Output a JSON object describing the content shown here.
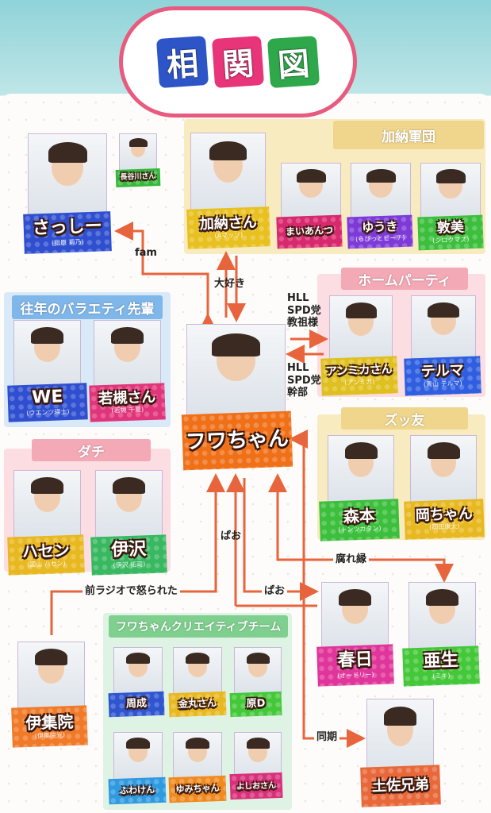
{
  "title": {
    "chars": [
      "相",
      "関",
      "図"
    ],
    "colors": [
      "#2e55c8",
      "#e8357a",
      "#2ea84a"
    ]
  },
  "colors": {
    "line": "#e8643c"
  },
  "groups": [
    {
      "title": "加納軍団",
      "bg": "#f8ebbf",
      "title_bg": "#f0d58c"
    },
    {
      "title": "往年のバラエティ先輩",
      "bg": "#d9e9f8",
      "title_bg": "#7fb7ea"
    },
    {
      "title": "ホームパーティ",
      "bg": "#fbdde2",
      "title_bg": "#f4a9b6"
    },
    {
      "title": "ズッ友",
      "bg": "#f8ebbf",
      "title_bg": "#f0d58c"
    },
    {
      "title": "ダチ",
      "bg": "#fbdde2",
      "title_bg": "#f4a9b6"
    },
    {
      "title": "フワちゃんクリエイティブチーム",
      "bg": "#dff3e4",
      "title_bg": "#7fcf8e"
    }
  ],
  "people": [
    {
      "name": "さっしー",
      "sub": "(指原 莉乃)",
      "color": "#2f4fd0"
    },
    {
      "name": "長谷川さん",
      "sub": "",
      "color": "#35b83a"
    },
    {
      "name": "加納さん",
      "sub": "(Aマッソ)",
      "color": "#e8c020"
    },
    {
      "name": "まいあんつ",
      "sub": "",
      "color": "#d8286e"
    },
    {
      "name": "ゆうき",
      "sub": "(らびっとビーチ)",
      "color": "#7d3ad8"
    },
    {
      "name": "敦美",
      "sub": "(シロクマズ)",
      "color": "#3cbf3c"
    },
    {
      "name": "WE",
      "sub": "(ウエンツ瑛士)",
      "color": "#2f4fd0"
    },
    {
      "name": "若槻さん",
      "sub": "(若槻 千夏)",
      "color": "#e0357a"
    },
    {
      "name": "アンミカさん",
      "sub": "(アンミカ)",
      "color": "#e0c020"
    },
    {
      "name": "テルマ",
      "sub": "(青山 テルマ)",
      "color": "#2f5fe0"
    },
    {
      "name": "フワちゃん",
      "sub": "",
      "color": "#f07018"
    },
    {
      "name": "森本",
      "sub": "(トンツカタン)",
      "color": "#3cbf3c"
    },
    {
      "name": "岡ちゃん",
      "sub": "(岡田康太)",
      "color": "#e8b820"
    },
    {
      "name": "ハセン",
      "sub": "(国山 ハセン)",
      "color": "#e8b820"
    },
    {
      "name": "伊沢",
      "sub": "(伊沢 拓司)",
      "color": "#38b860"
    },
    {
      "name": "春日",
      "sub": "(オードリー)",
      "color": "#e0359a"
    },
    {
      "name": "亜生",
      "sub": "(ミキ)",
      "color": "#44c83a"
    },
    {
      "name": "伊集院",
      "sub": "(伊集院光)",
      "color": "#f07a28"
    },
    {
      "name": "周成",
      "sub": "",
      "color": "#2f55d0"
    },
    {
      "name": "金丸さん",
      "sub": "",
      "color": "#e8b820"
    },
    {
      "name": "原D",
      "sub": "",
      "color": "#44c83a"
    },
    {
      "name": "ふわけん",
      "sub": "",
      "color": "#2f9ae0"
    },
    {
      "name": "ゆみちゃん",
      "sub": "",
      "color": "#f08a20"
    },
    {
      "name": "よしおさん",
      "sub": "",
      "color": "#d8307a"
    },
    {
      "name": "土佐兄弟",
      "sub": "",
      "color": "#e8683a"
    }
  ],
  "relations": {
    "fam": "fam",
    "daisuki": "大好き",
    "kyouso": "HLL\nSPD党\n教祖様",
    "kanbu": "HLL\nSPD党\n幹部",
    "pao1": "ぱお",
    "kusare": "腐れ縁",
    "radio": "前ラジオで怒られた",
    "pao2": "ぱお",
    "douki": "同期"
  }
}
